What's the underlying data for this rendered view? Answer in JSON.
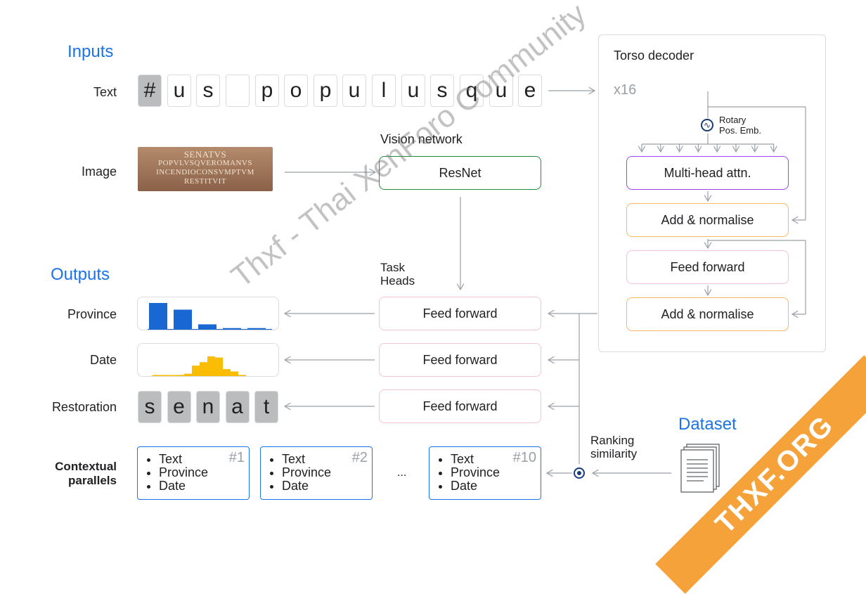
{
  "sections": {
    "inputs": "Inputs",
    "outputs": "Outputs",
    "dataset": "Dataset"
  },
  "labels": {
    "text": "Text",
    "image": "Image",
    "province": "Province",
    "date": "Date",
    "restoration": "Restoration",
    "contextual_line1": "Contextual",
    "contextual_line2": "parallels"
  },
  "text_chars": [
    "#",
    "u",
    "s",
    "",
    "p",
    "o",
    "p",
    "u",
    "l",
    "u",
    "s",
    "q",
    "u",
    "e"
  ],
  "restoration_chars": [
    "s",
    "e",
    "n",
    "a",
    "t"
  ],
  "vision": {
    "title": "Vision network",
    "resnet": "ResNet"
  },
  "image_inscription": [
    "SENATVS",
    "POPVLVSQVEROMANVS",
    "INCENDIOCONSVMPTVM",
    "RESTITVIT"
  ],
  "task_heads": {
    "line1": "Task",
    "line2": "Heads"
  },
  "heads": [
    "Feed forward",
    "Feed forward",
    "Feed forward"
  ],
  "torso": {
    "title": "Torso decoder",
    "repeat": "x16",
    "rotary_line1": "Rotary",
    "rotary_line2": "Pos. Emb.",
    "blocks": [
      "Multi-head attn.",
      "Add & normalise",
      "Feed forward",
      "Add & normalise"
    ]
  },
  "ranking": {
    "line1": "Ranking",
    "line2": "similarity"
  },
  "ellipsis": "...",
  "parallels": [
    {
      "num": "#1",
      "items": [
        "Text",
        "Province",
        "Date"
      ]
    },
    {
      "num": "#2",
      "items": [
        "Text",
        "Province",
        "Date"
      ]
    },
    {
      "num": "#10",
      "items": [
        "Text",
        "Province",
        "Date"
      ]
    }
  ],
  "chart_data": [
    {
      "type": "bar",
      "name": "province",
      "values": [
        1.0,
        0.75,
        0.2,
        0.06,
        0.06
      ],
      "color": "#1967d2"
    },
    {
      "type": "bar",
      "name": "date",
      "values": [
        0.02,
        0.02,
        0.03,
        0.05,
        0.1,
        0.45,
        0.6,
        0.85,
        0.8,
        0.3,
        0.2,
        0.05
      ],
      "color": "#fbbc04"
    }
  ],
  "watermark": "Thxf - Thai XenForo Community",
  "corner_badge": "THXF.ORG",
  "colors": {
    "accent": "#1a73e8",
    "resnet_border": "#1e8e3e",
    "attn_border": "#a142f4",
    "norm_border": "#f4b860",
    "head_border": "#f0c4d6"
  }
}
